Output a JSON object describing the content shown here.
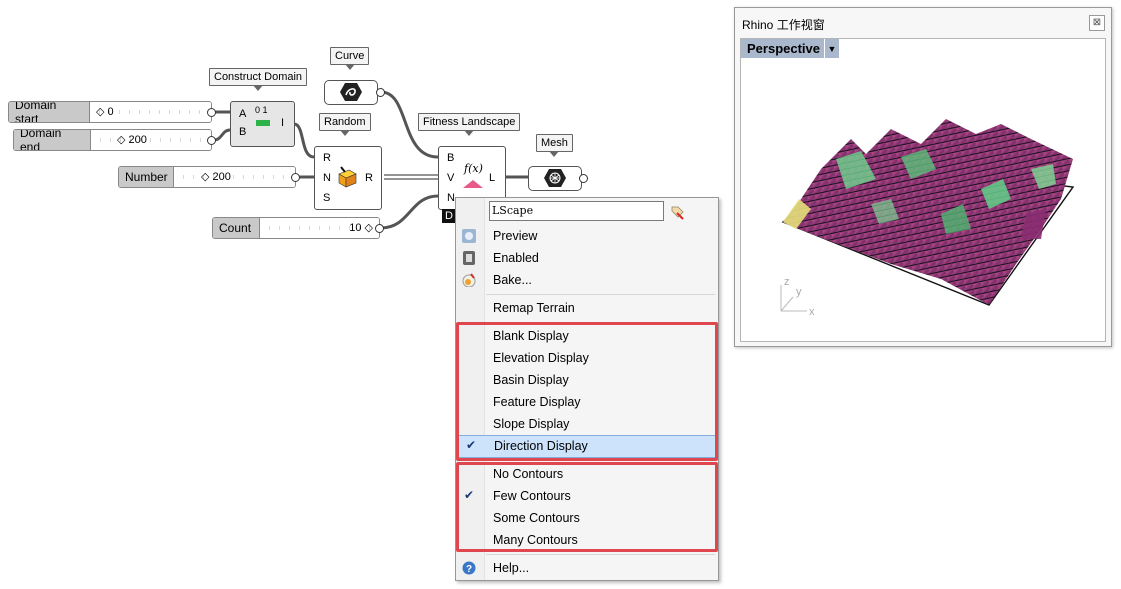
{
  "canvas": {
    "sliders": [
      {
        "id": "domain_start",
        "label": "Domain start",
        "value": "0"
      },
      {
        "id": "domain_end",
        "label": "Domain end",
        "value": "200"
      },
      {
        "id": "number",
        "label": "Number",
        "value": "200"
      },
      {
        "id": "count",
        "label": "Count",
        "value": "10"
      }
    ],
    "tags": {
      "construct_domain": "Construct Domain",
      "curve": "Curve",
      "random": "Random",
      "fitness_landscape": "Fitness Landscape",
      "mesh": "Mesh"
    },
    "components": {
      "construct_domain": {
        "inputs": [
          "A",
          "B"
        ],
        "output": "I",
        "icon_text": "0 1"
      },
      "random": {
        "inputs": [
          "R",
          "N",
          "S"
        ],
        "output": "R"
      },
      "fitness_landscape": {
        "inputs": [
          "B",
          "V",
          "N"
        ],
        "output": "L",
        "icon_text": "f(x)",
        "extra_pin": "D"
      }
    }
  },
  "rhino": {
    "window_title": "Rhino 工作视窗",
    "close_label": "⊠",
    "viewport_name": "Perspective",
    "axis_labels": {
      "z": "z",
      "y": "y",
      "x": "x"
    }
  },
  "menu": {
    "name_field": "LScape",
    "items": {
      "preview": "Preview",
      "enabled": "Enabled",
      "bake": "Bake...",
      "remap": "Remap Terrain",
      "blank": "Blank Display",
      "elevation": "Elevation Display",
      "basin": "Basin Display",
      "feature": "Feature Display",
      "slope": "Slope Display",
      "direction": "Direction Display",
      "no_contours": "No Contours",
      "few_contours": "Few Contours",
      "some_contours": "Some Contours",
      "many_contours": "Many Contours",
      "help": "Help..."
    },
    "checked": [
      "Direction Display",
      "Few Contours"
    ],
    "highlight_color": "#e0464d"
  }
}
